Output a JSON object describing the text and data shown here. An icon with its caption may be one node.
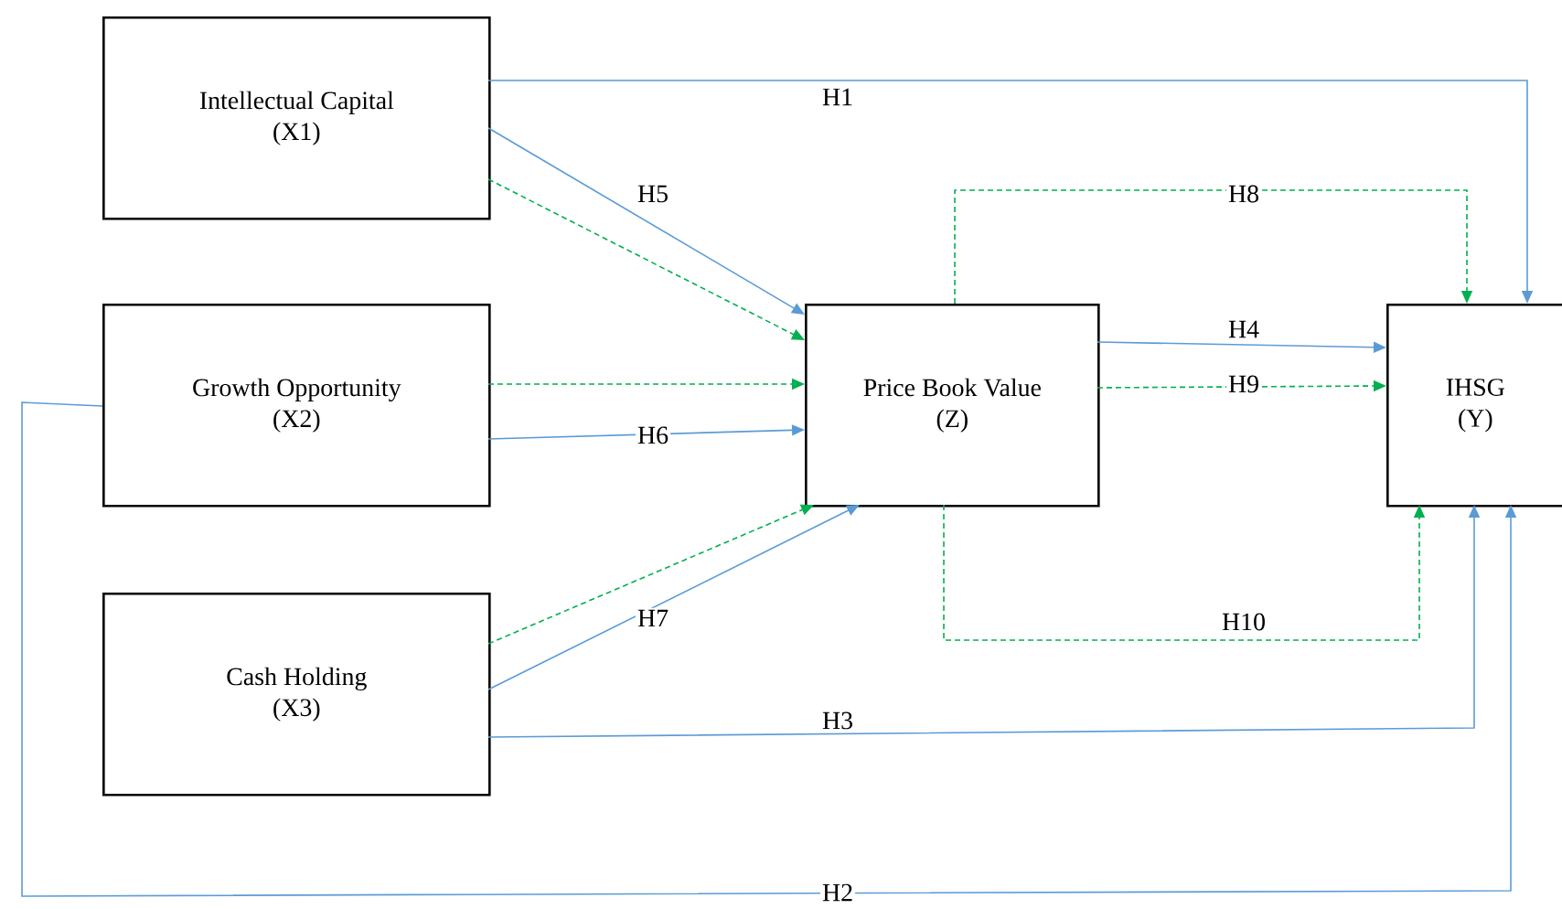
{
  "diagram": {
    "nodes": [
      {
        "text": [
          "Intellectual Capital",
          "(X1)"
        ]
      },
      {
        "text": [
          "Growth Opportunity",
          "(X2)"
        ]
      },
      {
        "text": [
          "Cash Holding",
          "(X3)"
        ]
      },
      {
        "text": [
          "Price Book Value",
          "(Z)"
        ]
      },
      {
        "text": [
          "IHSG",
          "(Y)"
        ]
      }
    ],
    "edges": [
      {
        "from": 0,
        "to": 4,
        "arrow": "to",
        "label": "H1"
      },
      {
        "from": 0,
        "to": 3,
        "arrow": "to",
        "label": "H5"
      },
      {
        "from": 0,
        "to": 3,
        "arrow": "to",
        "style": "dashed",
        "color": "#00b050"
      },
      {
        "from": 1,
        "to": 3,
        "arrow": "to",
        "style": "dashed",
        "color": "#00b050"
      },
      {
        "from": 1,
        "to": 3,
        "arrow": "to",
        "label": "H6"
      },
      {
        "from": 2,
        "to": 3,
        "arrow": "to",
        "style": "dashed",
        "color": "#00b050"
      },
      {
        "from": 2,
        "to": 3,
        "arrow": "to",
        "label": "H7"
      },
      {
        "from": 3,
        "to": 4,
        "arrow": "to",
        "label": "H4"
      },
      {
        "from": 3,
        "to": 4,
        "arrow": "to",
        "label": "H9",
        "style": "dashed",
        "color": "#00b050"
      },
      {
        "from": 3,
        "to": 4,
        "arrow": "to",
        "label": "H8",
        "style": "dashed",
        "color": "#00b050"
      },
      {
        "from": 3,
        "to": 4,
        "arrow": "to",
        "label": "H10",
        "style": "dashed",
        "color": "#00b050"
      },
      {
        "from": 2,
        "to": 4,
        "arrow": "to",
        "label": "H3"
      },
      {
        "from": 1,
        "to": 4,
        "arrow": "to",
        "label": "H2"
      }
    ]
  }
}
